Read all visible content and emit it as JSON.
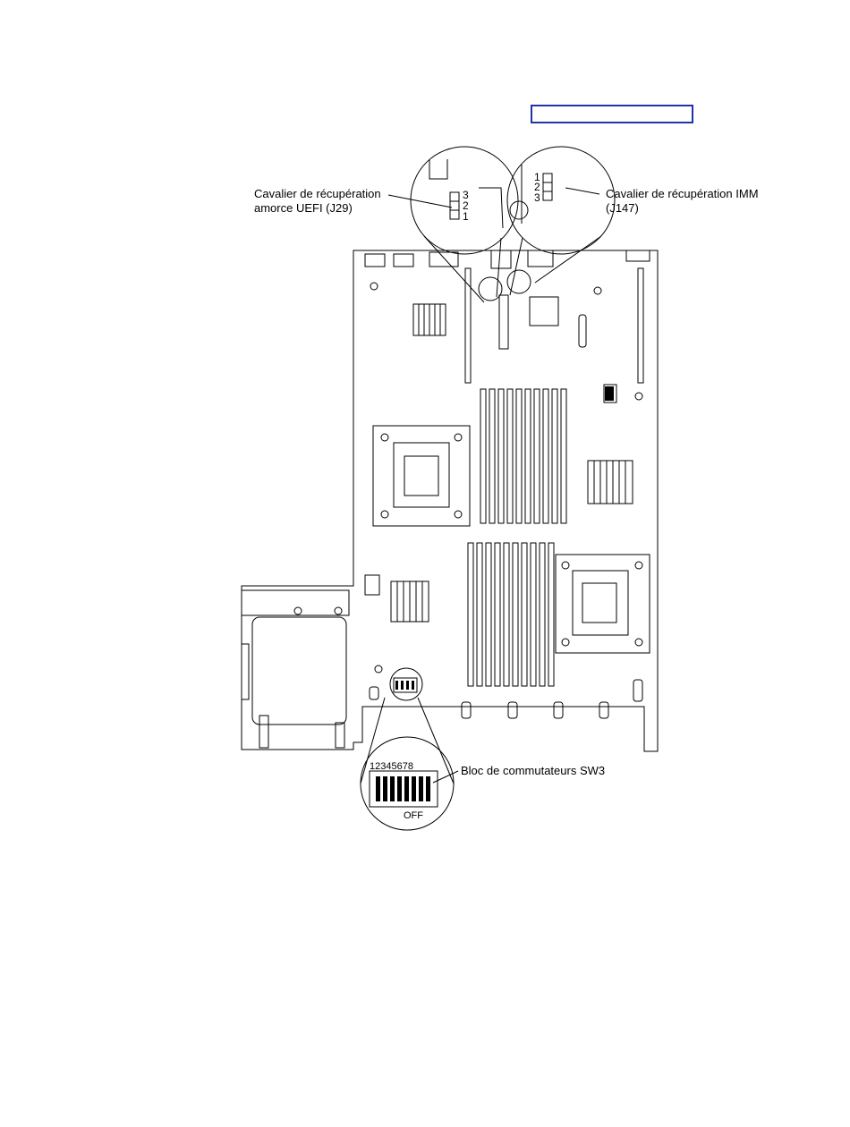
{
  "callouts": {
    "uefi_line1": "Cavalier de récupération",
    "uefi_line2": "amorce UEFI (J29)",
    "imm_line1": "Cavalier de récupération IMM",
    "imm_line2": "(J147)",
    "sw3": "Bloc de commutateurs SW3"
  },
  "uefi_pins": [
    "3",
    "2",
    "1"
  ],
  "imm_pins": [
    "1",
    "2",
    "3"
  ],
  "switch_numbers": "12345678",
  "switch_off": "OFF",
  "colors": {
    "line": "#000000",
    "header_box": "#2233aa",
    "background": "#ffffff"
  }
}
